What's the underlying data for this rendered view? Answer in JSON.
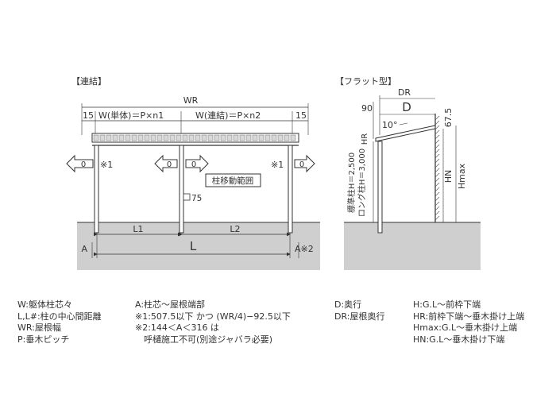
{
  "left_section": {
    "title": "【連結】",
    "wr": "WR",
    "dim_15_left": "15",
    "dim_15_right": "15",
    "w_single": "W(単体)＝P×n1",
    "w_linked": "W(連結)＝P×n2",
    "zero": "0",
    "note1": "※1",
    "movable_range": "柱移動範囲",
    "post_size": "75",
    "l1": "L1",
    "l2": "L2",
    "l": "L",
    "a_left": "A",
    "a_right": "A※2"
  },
  "right_section": {
    "title": "【フラット型】",
    "dr": "DR",
    "d": "D",
    "dim_90": "90",
    "dim_67_5": "67.5",
    "angle": "10°",
    "hr": "HR",
    "hn": "HN",
    "hmax": "Hmax",
    "std_post": "標準柱H＝2,500",
    "long_post": "ロング柱H＝3,000"
  },
  "legend": {
    "col1": [
      "W:躯体柱芯々",
      "L,L#:柱の中心間距離",
      "WR:屋根幅",
      "P:垂木ピッチ"
    ],
    "col2": [
      "A:柱芯～屋根端部",
      "※1:507.5以下 かつ (WR/4)−92.5以下",
      "※2:144＜A＜316 は",
      "　呼樋施工不可(別途ジャバラ必要)"
    ],
    "col3": [
      "D:奥行",
      "DR:屋根奥行"
    ],
    "col4": [
      "H:G.L～前枠下端",
      "HR:前枠下端～垂木掛け上端",
      "Hmax:G.L～垂木掛け上端",
      "HN:G.L～垂木掛け下端"
    ]
  },
  "colors": {
    "ground": "#cfcfcf",
    "line": "#333333",
    "roof_cell": "#d9d9d9"
  }
}
